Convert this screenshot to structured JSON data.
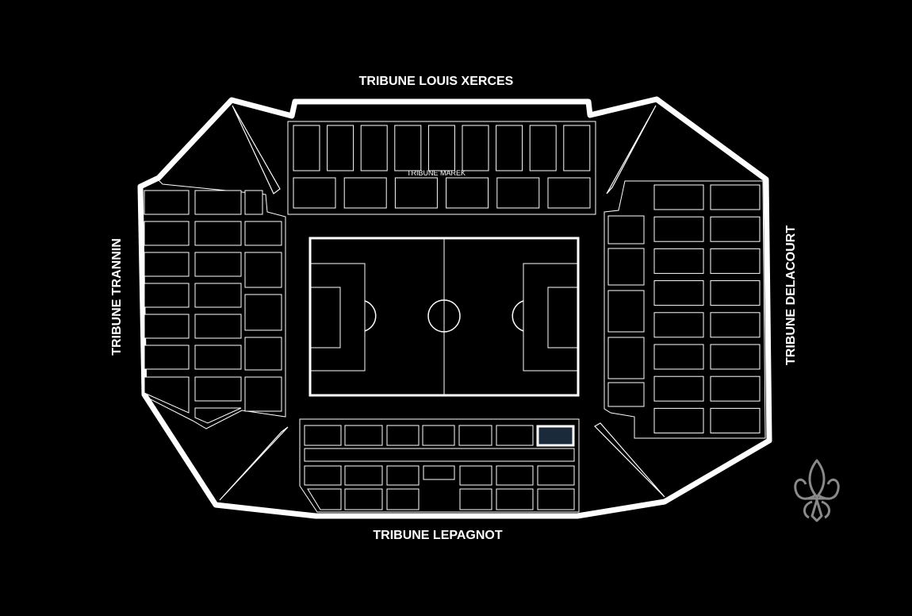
{
  "stands": {
    "north": "TRIBUNE LOUIS XERCES",
    "north_inner": "TRIBUNE MAREK",
    "west": "TRIBUNE TRANNIN",
    "east": "TRIBUNE DELACOURT",
    "south": "TRIBUNE LEPAGNOT"
  },
  "colors": {
    "background": "#000000",
    "outline": "#ffffff",
    "selected_section": "#1a2a3a",
    "logo": "#8a8a8a"
  },
  "icons": {
    "logo": "fleur-de-lis-icon"
  }
}
